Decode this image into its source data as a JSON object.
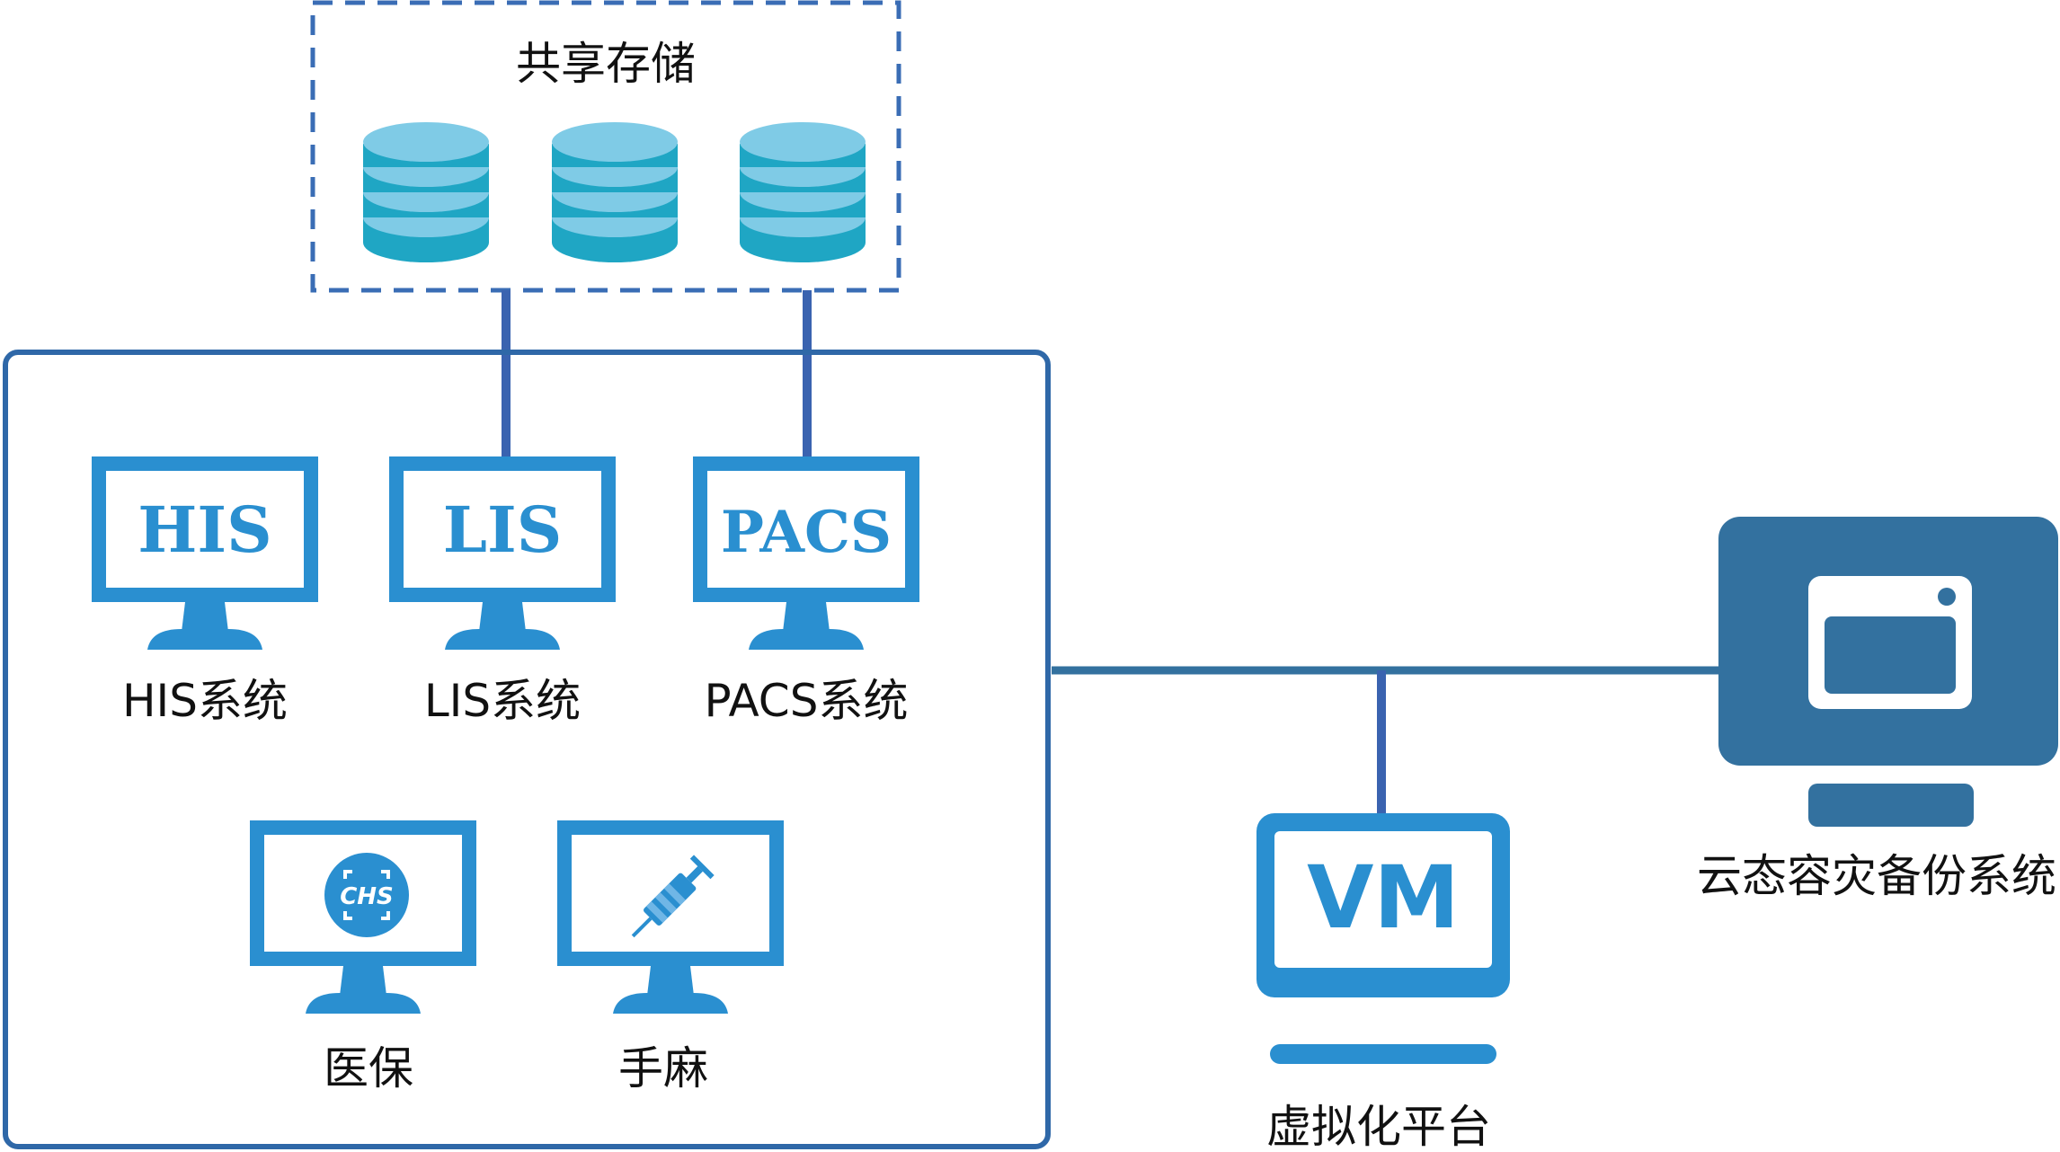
{
  "storage": {
    "title": "共享存储",
    "disks": [
      {
        "icon": "database-icon"
      },
      {
        "icon": "database-icon"
      },
      {
        "icon": "database-icon"
      }
    ]
  },
  "hospital_systems": [
    {
      "screen_text": "HIS",
      "label": "HIS系统",
      "icon": "monitor-icon"
    },
    {
      "screen_text": "LIS",
      "label": "LIS系统",
      "icon": "monitor-icon"
    },
    {
      "screen_text": "PACS",
      "label": "PACS系统",
      "icon": "monitor-icon"
    },
    {
      "screen_icon": "chs-logo-icon",
      "label": "医保",
      "icon": "monitor-icon"
    },
    {
      "screen_icon": "syringe-icon",
      "label": "手麻",
      "icon": "monitor-icon"
    }
  ],
  "virtualization": {
    "screen_text": "VM",
    "label": "虚拟化平台",
    "icon": "monitor-icon"
  },
  "backup": {
    "label": "云态容灾备份系统",
    "icon": "window-monitor-icon"
  },
  "colors": {
    "primary": "#2a8fd0",
    "line": "#3a63b0",
    "backup": "#33719f",
    "storage_dark": "#1fa6c4",
    "storage_light": "#7fcbe6",
    "dashed": "#3a6db5"
  }
}
